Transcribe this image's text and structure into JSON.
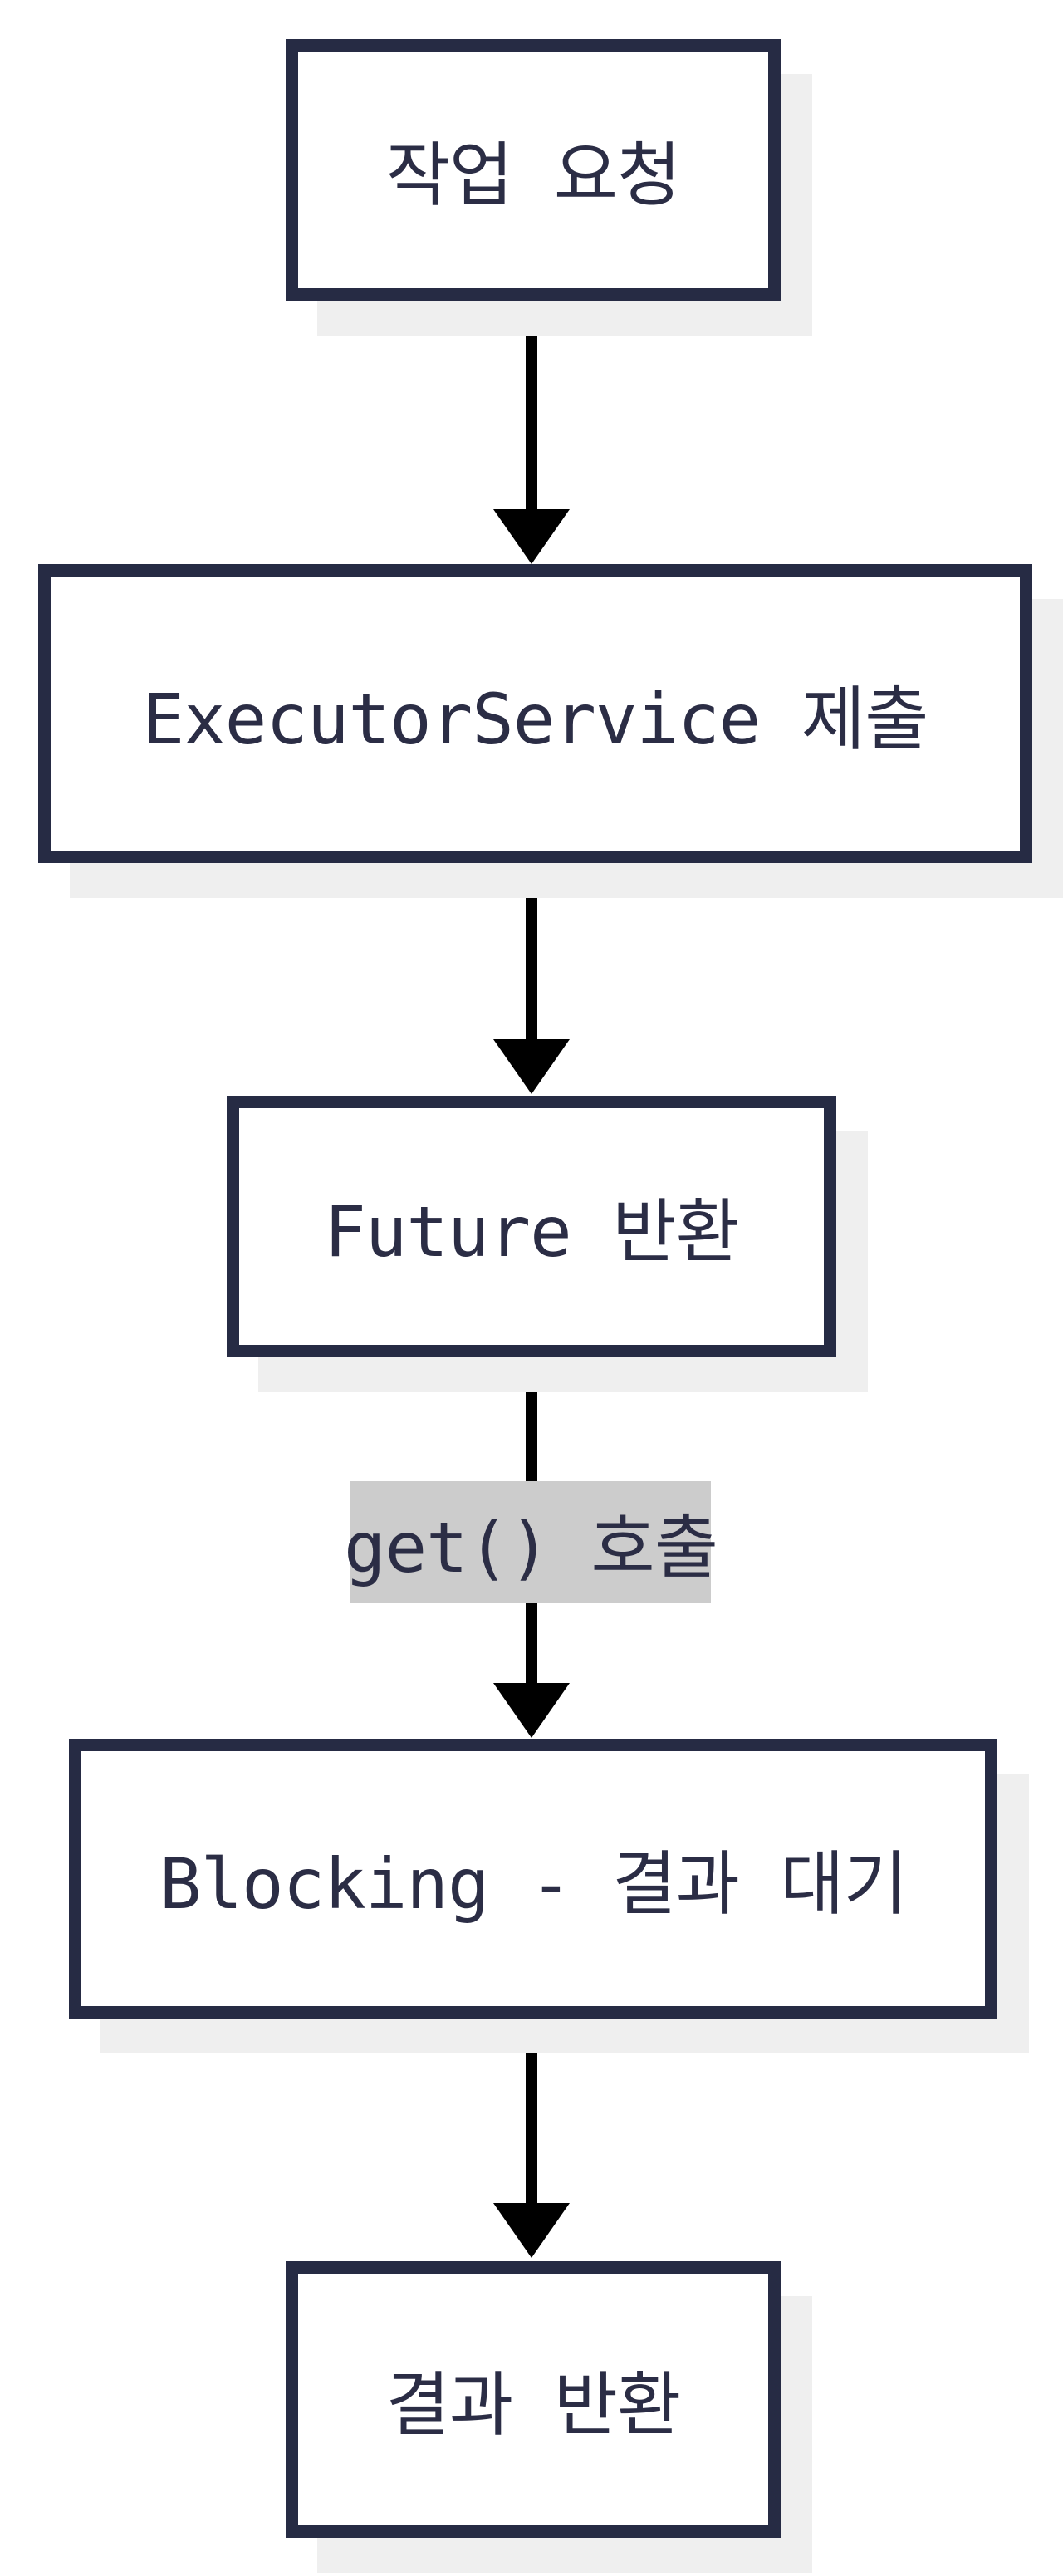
{
  "diagram": {
    "type": "flowchart",
    "direction": "top-down",
    "nodes": [
      {
        "id": "task-request",
        "label": "작업 요청",
        "shape": "box"
      },
      {
        "id": "executorservice-submit",
        "label": "ExecutorService 제출",
        "shape": "box"
      },
      {
        "id": "future-return",
        "label": "Future 반환",
        "shape": "box"
      },
      {
        "id": "get-call",
        "label": "get() 호출",
        "shape": "highlight-label"
      },
      {
        "id": "blocking-wait",
        "label": "Blocking - 결과 대기",
        "shape": "box"
      },
      {
        "id": "result-return",
        "label": "결과 반환",
        "shape": "box"
      }
    ],
    "edges": [
      {
        "from": "task-request",
        "to": "executorservice-submit"
      },
      {
        "from": "executorservice-submit",
        "to": "future-return"
      },
      {
        "from": "future-return",
        "to": "blocking-wait",
        "via_label": "get() 호출"
      },
      {
        "from": "blocking-wait",
        "to": "result-return"
      }
    ],
    "colors": {
      "node_border": "#262b44",
      "node_text": "#2b2d45",
      "node_background": "#ffffff",
      "highlight_label_background": "#cccccc",
      "node_shadow": "#efefef",
      "arrow": "#000000",
      "page_background": "#ffffff"
    }
  }
}
